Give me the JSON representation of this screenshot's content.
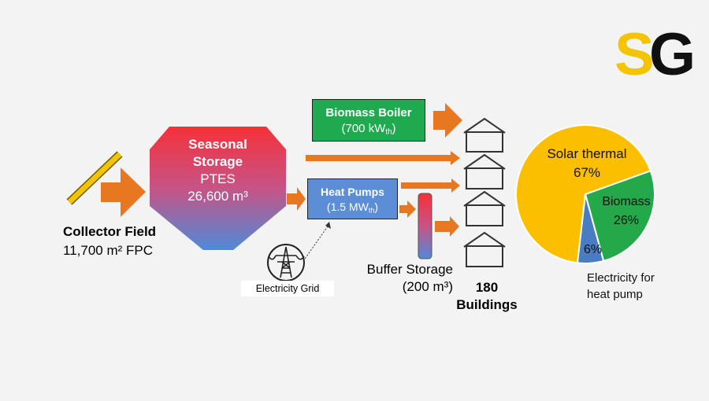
{
  "logo": {
    "letter1": "S",
    "letter2": "G",
    "color1": "#f5c400",
    "color2": "#111111"
  },
  "collector": {
    "title": "Collector Field",
    "subtitle": "11,700 m² FPC"
  },
  "seasonal_storage": {
    "line1": "Seasonal",
    "line2": "Storage",
    "line3": "PTES",
    "line4": "26,600 m³"
  },
  "biomass_boiler": {
    "title": "Biomass Boiler",
    "capacity_prefix": "(700 kW",
    "capacity_sub": "th",
    "capacity_suffix": ")",
    "fill": "#1faa4f"
  },
  "heat_pumps": {
    "title": "Heat Pumps",
    "capacity_prefix": "(1.5 MW",
    "capacity_sub": "th",
    "capacity_suffix": ")",
    "fill": "#5b8ed6"
  },
  "electricity_grid": {
    "label": "Electricity Grid"
  },
  "buffer_storage": {
    "line1": "Buffer Storage",
    "line2": "(200 m³)"
  },
  "buildings": {
    "count": "180",
    "label": "Buildings"
  },
  "colors": {
    "arrow": "#e87722",
    "solar": "#fbbf00",
    "biomass": "#23a84a",
    "electricity": "#4a7cc3"
  },
  "chart_data": {
    "type": "pie",
    "slices": [
      {
        "label": "Solar thermal",
        "value": 67,
        "value_label": "67%",
        "color": "#fbbf00"
      },
      {
        "label": "Biomass",
        "value": 26,
        "value_label": "26%",
        "color": "#23a84a"
      },
      {
        "label": "Electricity for heat pump",
        "value": 6,
        "value_label": "6%",
        "color": "#4a7cc3"
      }
    ],
    "external_label_line1": "Electricity for",
    "external_label_line2": "heat pump"
  }
}
